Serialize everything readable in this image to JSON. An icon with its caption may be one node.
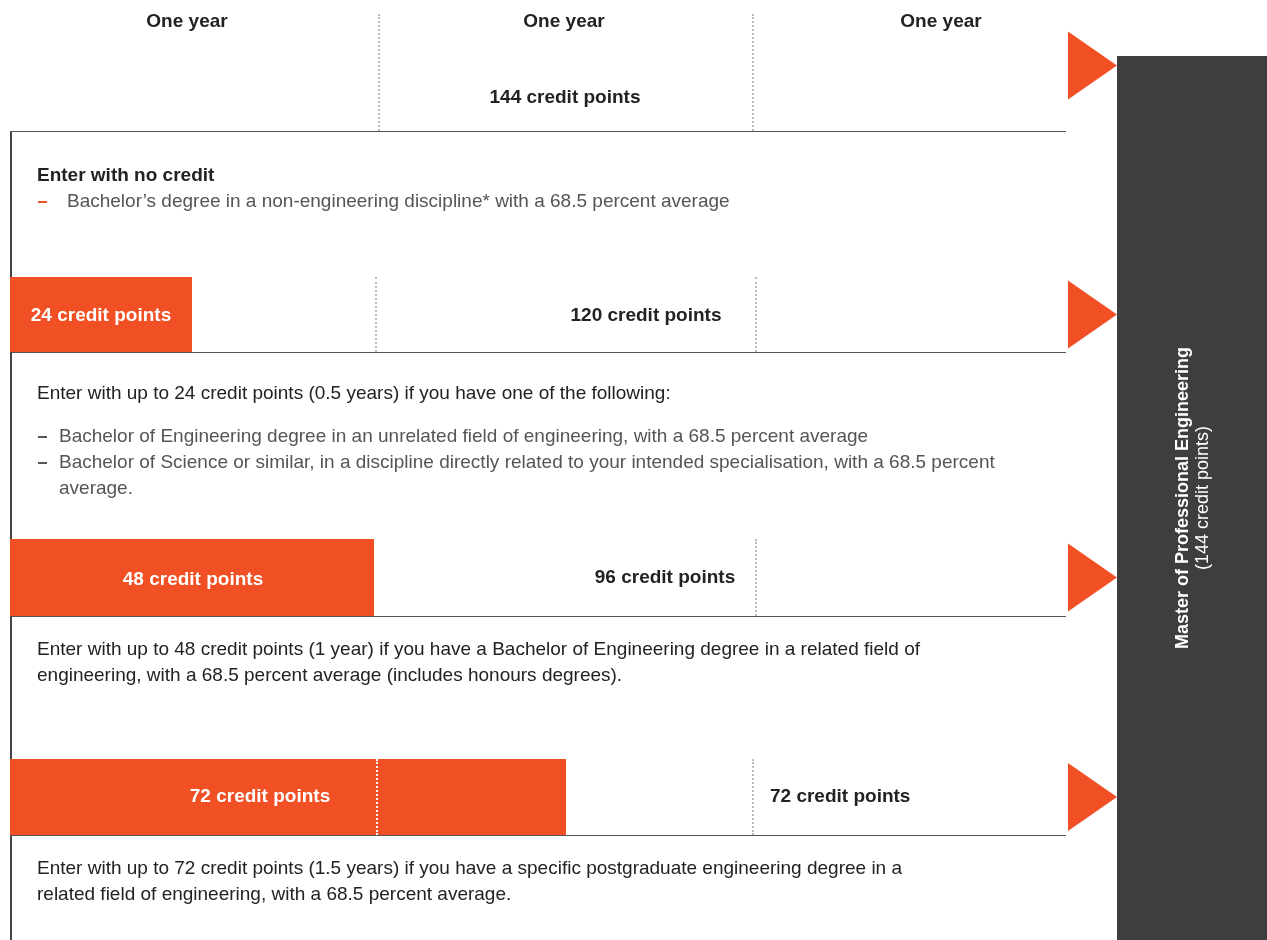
{
  "diagram": {
    "nodes": [
      {
        "text": [
          "144 credit points"
        ]
      },
      {
        "text": [
          "120 credit points"
        ]
      },
      {
        "text": [
          "24 credit points"
        ],
        "in": 1
      },
      {
        "text": [
          "96 credit points"
        ]
      },
      {
        "text": [
          "48 credit points"
        ],
        "in": 3
      },
      {
        "text": [
          "72 credit points"
        ]
      },
      {
        "text": [
          "72 credit points"
        ],
        "in": 5
      },
      {
        "text": [
          "Master of Professional Engineering",
          "(144 credit points)"
        ]
      }
    ],
    "edges": [
      {
        "from": 0,
        "to": 7,
        "arrow": "to"
      },
      {
        "from": 1,
        "to": 7,
        "arrow": "to"
      },
      {
        "from": 3,
        "to": 7,
        "arrow": "to"
      },
      {
        "from": 5,
        "to": 7,
        "arrow": "to"
      }
    ],
    "labels": [
      "One year",
      "One year",
      "One year",
      "Enter with no credit",
      "Bachelor’s degree in a non-engineering discipline* with a 68.5 percent average",
      "Enter with up to 24 credit points (0.5 years) if you have one of the following:",
      "Bachelor of Engineering degree in an unrelated field of engineering, with a 68.5 percent average",
      "Bachelor of Science or similar, in a discipline directly related to your intended specialisation, with a 68.5 percent average.",
      "Enter with up to 48 credit points (1 year) if you have a Bachelor of Engineering degree in a related field of engineering, with a 68.5 percent average (includes honours degrees).",
      "Enter with up to 72 credit points (1.5 years) if you have a specific postgraduate engineering degree in a related field of engineering, with a 68.5 percent average."
    ]
  }
}
